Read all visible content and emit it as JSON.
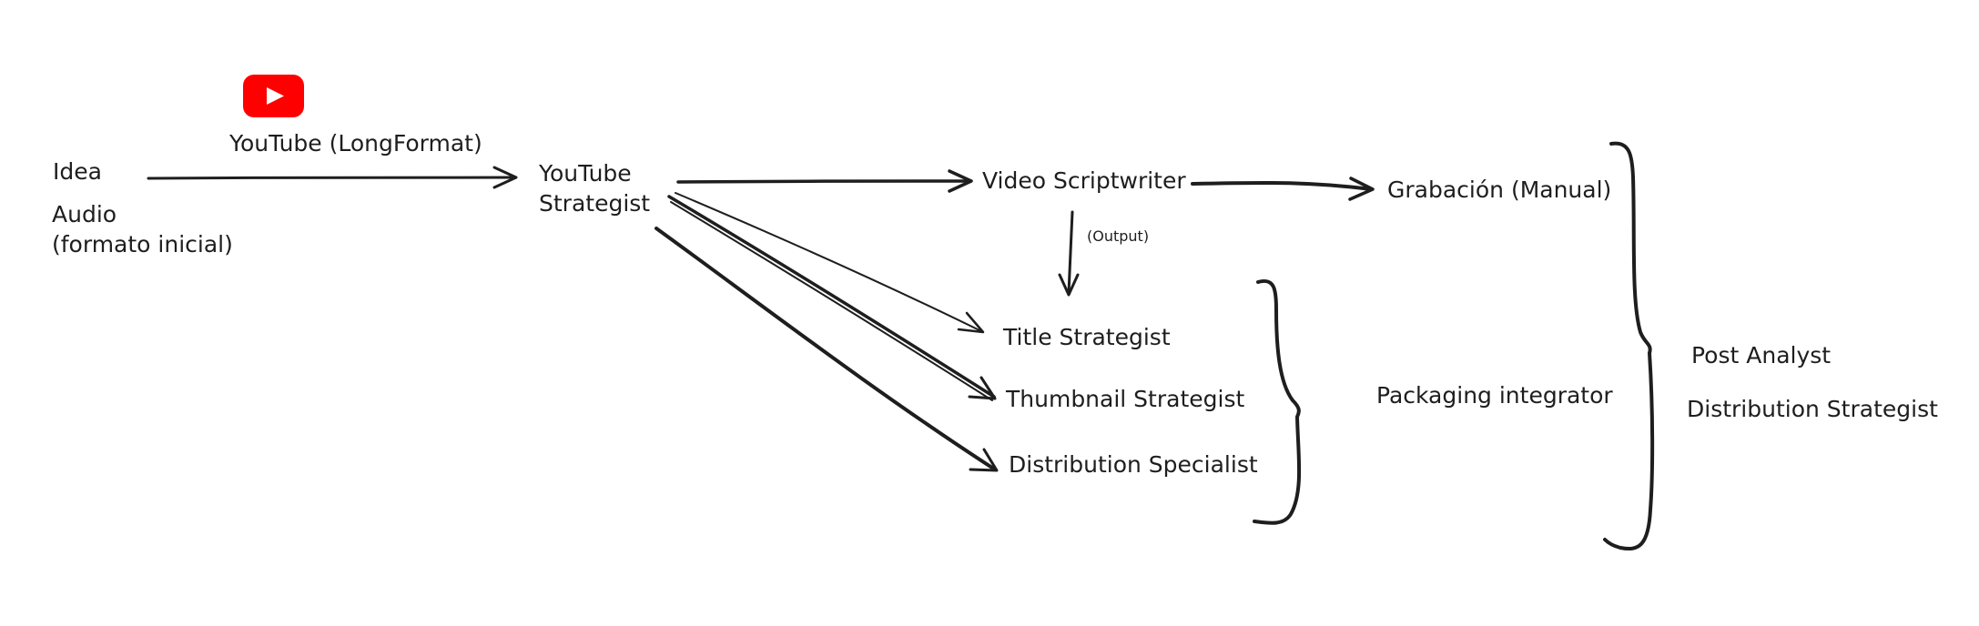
{
  "nodes": {
    "idea": "Idea",
    "audio": "Audio\n(formato inicial)",
    "youtube_longformat": "YouTube (LongFormat)",
    "youtube_strategist": "YouTube\nStrategist",
    "video_scriptwriter": "Video Scriptwriter",
    "grabacion": "Grabación (Manual)",
    "output_note": "(Output)",
    "title_strategist": "Title Strategist",
    "thumbnail_strategist": "Thumbnail Strategist",
    "distribution_specialist": "Distribution Specialist",
    "packaging_integrator": "Packaging integrator",
    "post_analyst": "Post Analyst",
    "distribution_strategist": "Distribution Strategist"
  },
  "icons": {
    "youtube_logo": "youtube-play-icon"
  },
  "colors": {
    "stroke": "#1e1e1e",
    "youtube_red": "#ff0000",
    "background": "#ffffff"
  }
}
